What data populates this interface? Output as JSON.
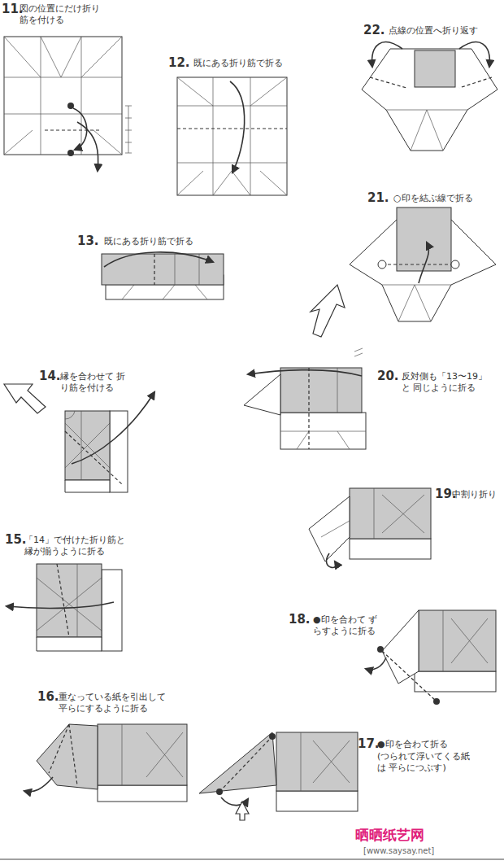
{
  "diagram": {
    "labels": [
      "11.",
      "図の位置にだけ折り 筋を付ける",
      "12.",
      "既にある折り筋で折る",
      "22.",
      "点線の位置へ折り返す",
      "21.",
      "○印を結ぶ線で折る",
      "13.",
      "既にある折り筋で折る",
      "14.",
      "縁を合わせて 折り筋を付ける",
      "20.",
      "反対側も「13〜19」と 同じように折る",
      "19.",
      "中割り折り",
      "15.",
      "「14」で付けた折り筋と 縁が揃うように折る",
      "18.",
      "●印を合わて ずらすように折る",
      "16.",
      "重なっている紙を引出して 平らにするように折る",
      "17.",
      "●印を合わて折る",
      "(つられて浮いてくる紙は 平らにつぶす)",
      "晒晒纸艺网",
      "[www.saysay.net]"
    ]
  }
}
